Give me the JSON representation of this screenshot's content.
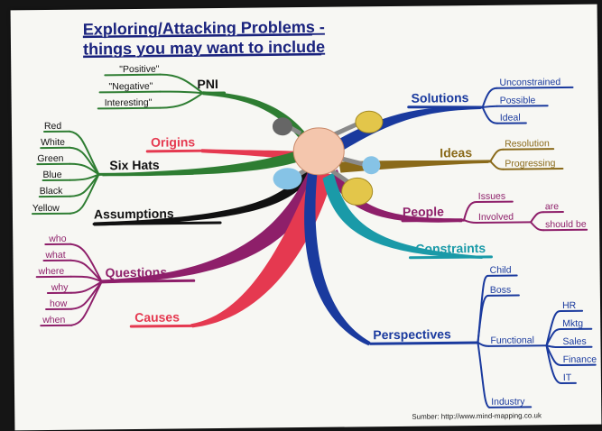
{
  "title": {
    "line1": "Exploring/Attacking Problems -",
    "line2": "things you may want to include"
  },
  "credit": "Sumber: http://www.mind-mapping.co.uk",
  "colors": {
    "pni": "#2e7d32",
    "origins": "#e53950",
    "six_hats": "#2e7d32",
    "assumptions": "#111111",
    "questions": "#8e1f6a",
    "causes": "#e53950",
    "solutions": "#1a3a9e",
    "ideas": "#8a6a1a",
    "people": "#8e1f6a",
    "constraints": "#1a9aa8",
    "perspectives": "#1a3a9e"
  },
  "branches": {
    "pni": {
      "label": "PNI",
      "items": [
        "\"Positive\"",
        "\"Negative\"",
        "Interesting\""
      ]
    },
    "origins": {
      "label": "Origins"
    },
    "six_hats": {
      "label": "Six Hats",
      "items": [
        "Red",
        "White",
        "Green",
        "Blue",
        "Black",
        "Yellow"
      ]
    },
    "assumptions": {
      "label": "Assumptions"
    },
    "questions": {
      "label": "Questions",
      "items": [
        "who",
        "what",
        "where",
        "why",
        "how",
        "when"
      ]
    },
    "causes": {
      "label": "Causes"
    },
    "solutions": {
      "label": "Solutions",
      "items": [
        "Unconstrained",
        "Possible",
        "Ideal"
      ]
    },
    "ideas": {
      "label": "Ideas",
      "items": [
        "Resolution",
        "Progressing"
      ]
    },
    "people": {
      "label": "People",
      "items": [
        "Issues",
        "Involved"
      ],
      "involved_items": [
        "are",
        "should be"
      ]
    },
    "constraints": {
      "label": "Constraints"
    },
    "perspectives": {
      "label": "Perspectives",
      "items": [
        "Child",
        "Boss",
        "Functional",
        "Industry"
      ],
      "functional_items": [
        "HR",
        "Mktg",
        "Sales",
        "Finance",
        "IT"
      ]
    }
  }
}
